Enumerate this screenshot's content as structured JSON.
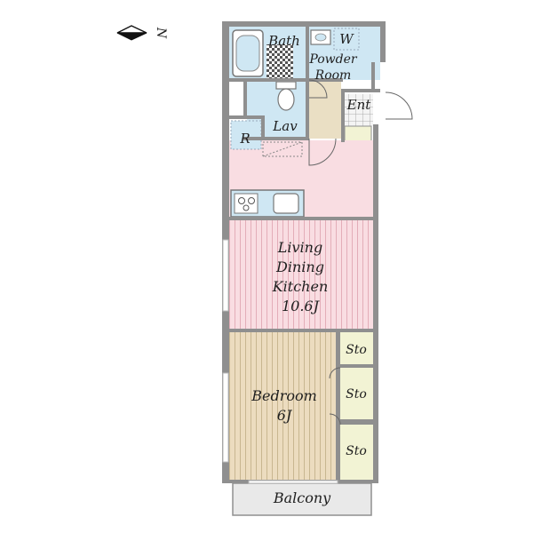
{
  "compass": {
    "label": "N"
  },
  "rooms": {
    "bath": "Bath",
    "washer": "W",
    "powder_room": [
      "Powder",
      "Room"
    ],
    "entrance": "Ent",
    "lavatory": "Lav",
    "refrigerator": "R",
    "ldk": [
      "Living",
      "Dining",
      "Kitchen",
      "10.6J"
    ],
    "bedroom": [
      "Bedroom",
      "6J"
    ],
    "storage_1": "Sto",
    "storage_2": "Sto",
    "storage_3": "Sto",
    "balcony": "Balcony"
  },
  "colors": {
    "wall": "#8f8f8f",
    "wet_area": "#cfe7f3",
    "ldk_floor": "#f9dde2",
    "ldk_stripe": "#e6b5bf",
    "bedroom_floor": "#ecdcbf",
    "bedroom_stripe": "#c9b894",
    "storage": "#f2f3d4",
    "entrance_floor": "#eadfc4",
    "balcony": "#e9e9e9",
    "bath_tile": "#505050"
  }
}
